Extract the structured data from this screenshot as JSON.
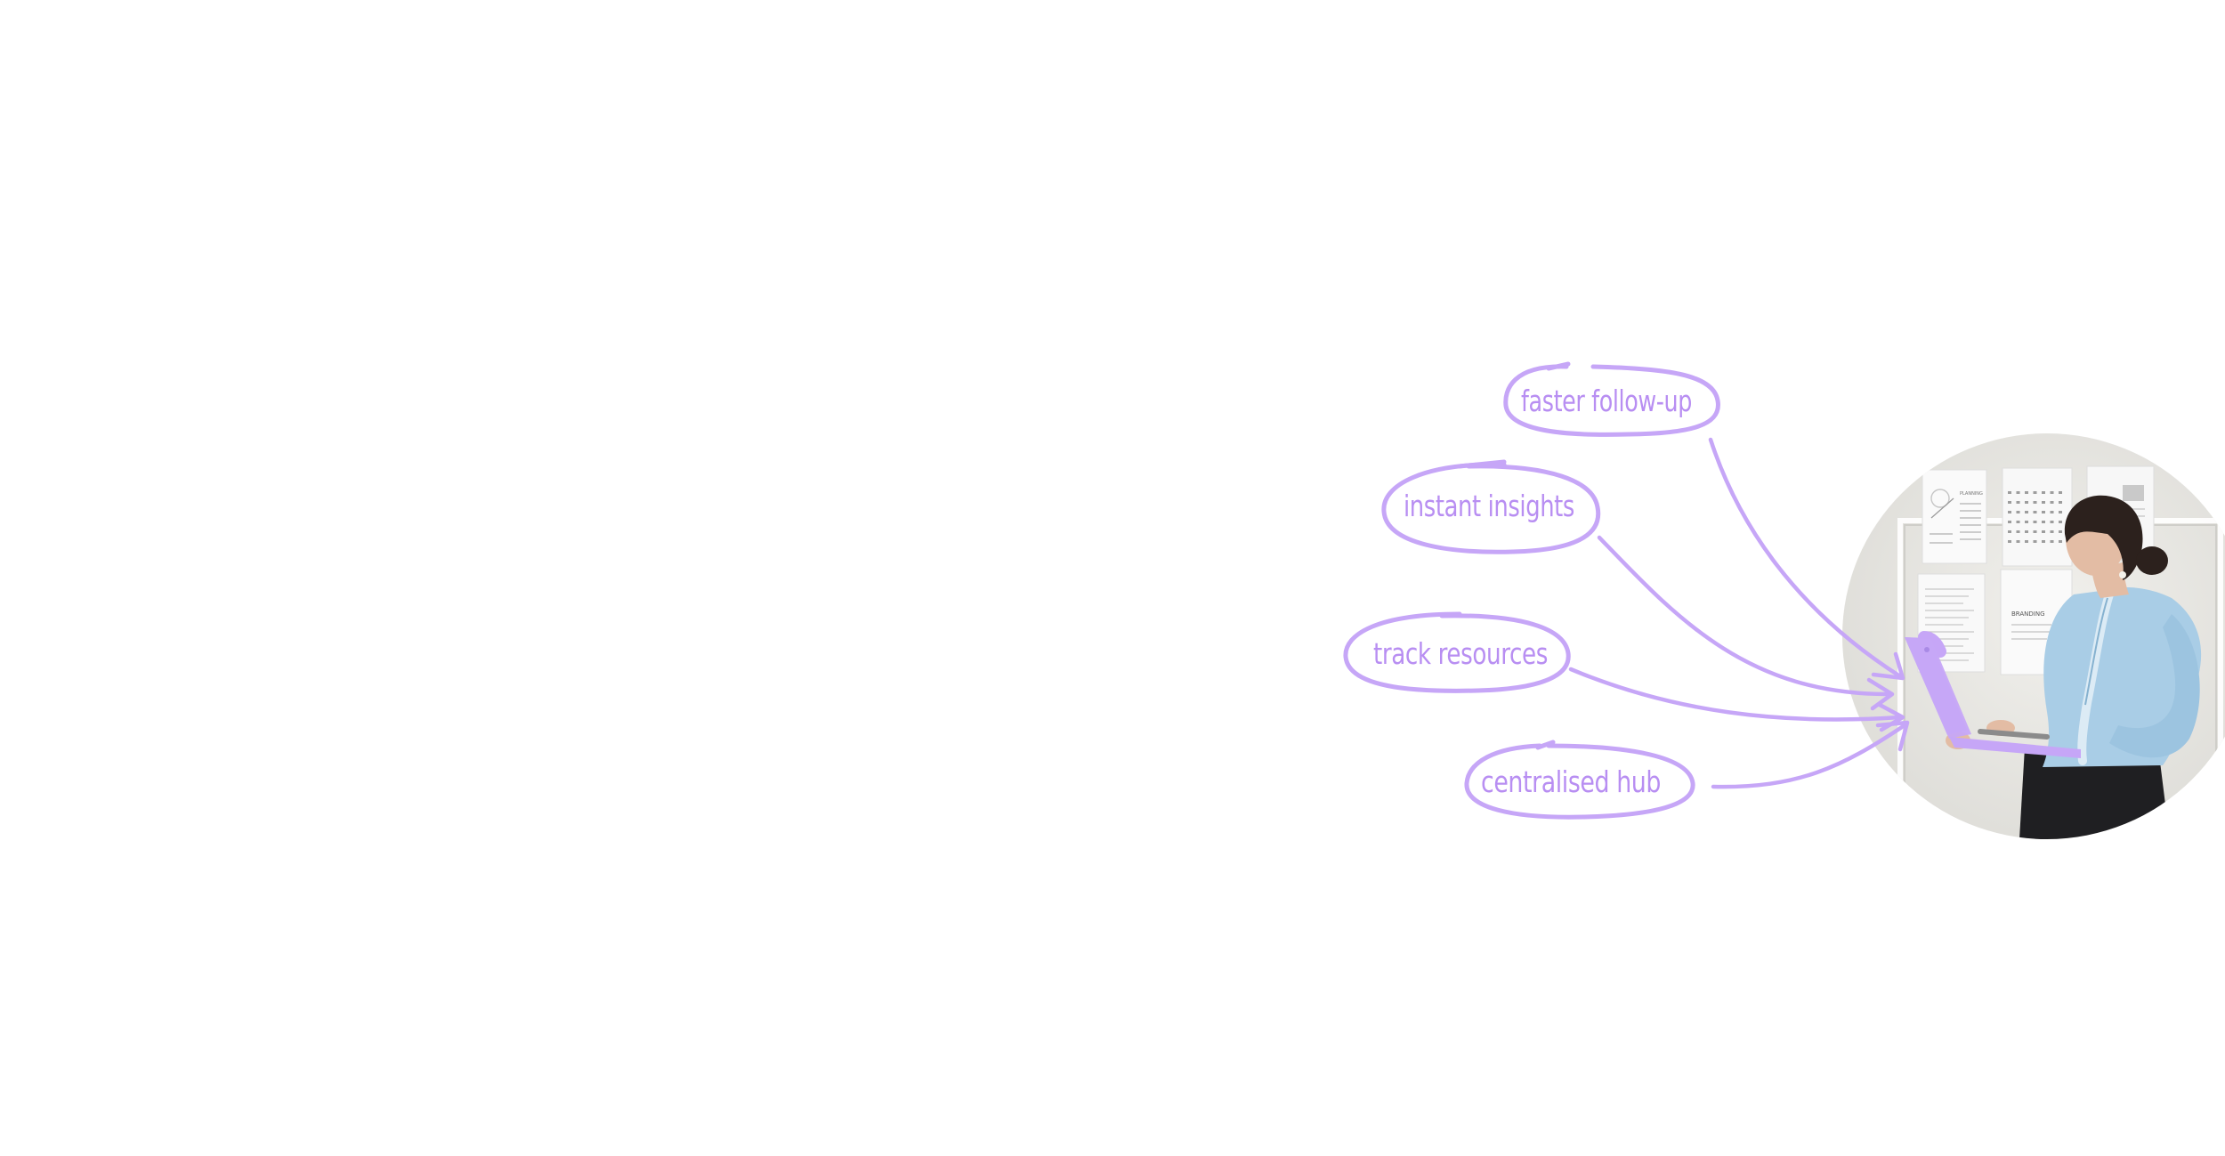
{
  "colors": {
    "accent": "#c6a6f7",
    "accent_text": "#b88ef2",
    "page_background": "#ffffff",
    "photo_wall": "#e9e8e4",
    "blouse": "#a9cde6",
    "skirt": "#1f1f22",
    "hair": "#2c211d",
    "skin": "#e3bca4"
  },
  "annotations": [
    {
      "id": "faster-follow-up",
      "label": "faster follow-up"
    },
    {
      "id": "instant-insights",
      "label": "instant insights"
    },
    {
      "id": "track-resources",
      "label": "track resources"
    },
    {
      "id": "centralised-hub",
      "label": "centralised hub"
    }
  ],
  "photo": {
    "subject": "woman holding a laptop in front of a wall with pinned papers",
    "wall_paper_headings": [
      "PLANNING",
      "BRANDING"
    ],
    "laptop_color": "#c6a6f7"
  },
  "icons": [
    "hand-drawn-oval",
    "hand-drawn-arrow"
  ]
}
